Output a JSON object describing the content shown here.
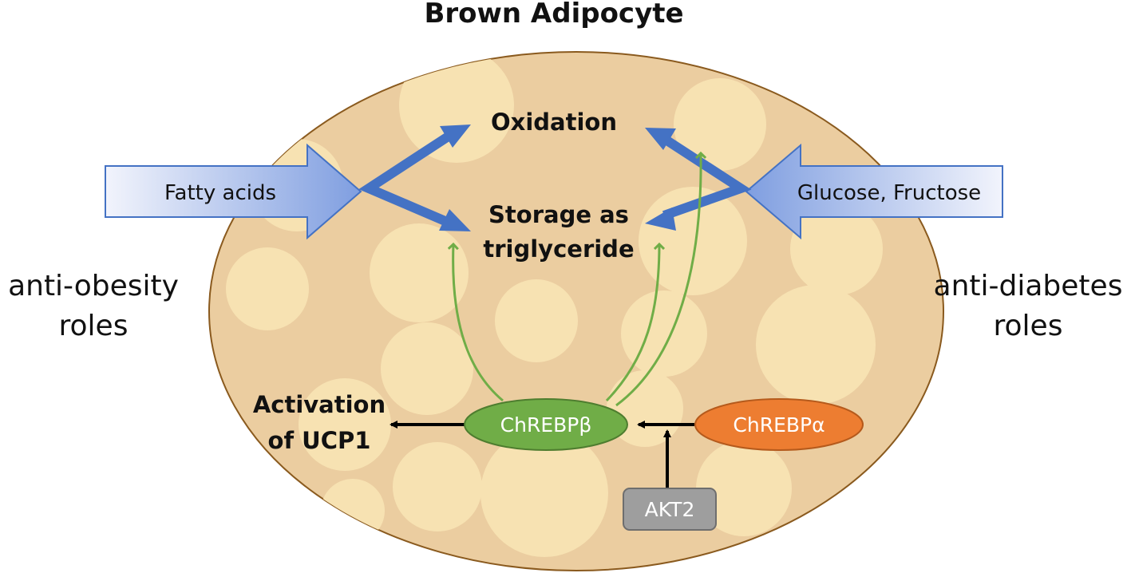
{
  "title": "Brown Adipocyte",
  "inputs": {
    "left": "Fatty acids",
    "right": "Glucose, Fructose"
  },
  "processes": {
    "oxidation": "Oxidation",
    "storage_line1": "Storage as",
    "storage_line2": "triglyceride",
    "activation_line1": "Activation",
    "activation_line2": "of UCP1"
  },
  "nodes": {
    "beta": "ChREBPβ",
    "alpha": "ChREBPα",
    "akt2": "AKT2"
  },
  "roles": {
    "left_line1": "anti-obesity",
    "left_line2": "roles",
    "right_line1": "anti-diabetes",
    "right_line2": "roles"
  },
  "colors": {
    "cell_fill": "#ebcda0",
    "cell_border": "#8a5a1e",
    "droplet": "#f7e2b2",
    "blue_arrow": "#4472c4",
    "green_arrow": "#70ad47",
    "beta_fill": "#70ad47",
    "alpha_fill": "#ed7d31",
    "akt2_fill": "#9e9e9e"
  }
}
